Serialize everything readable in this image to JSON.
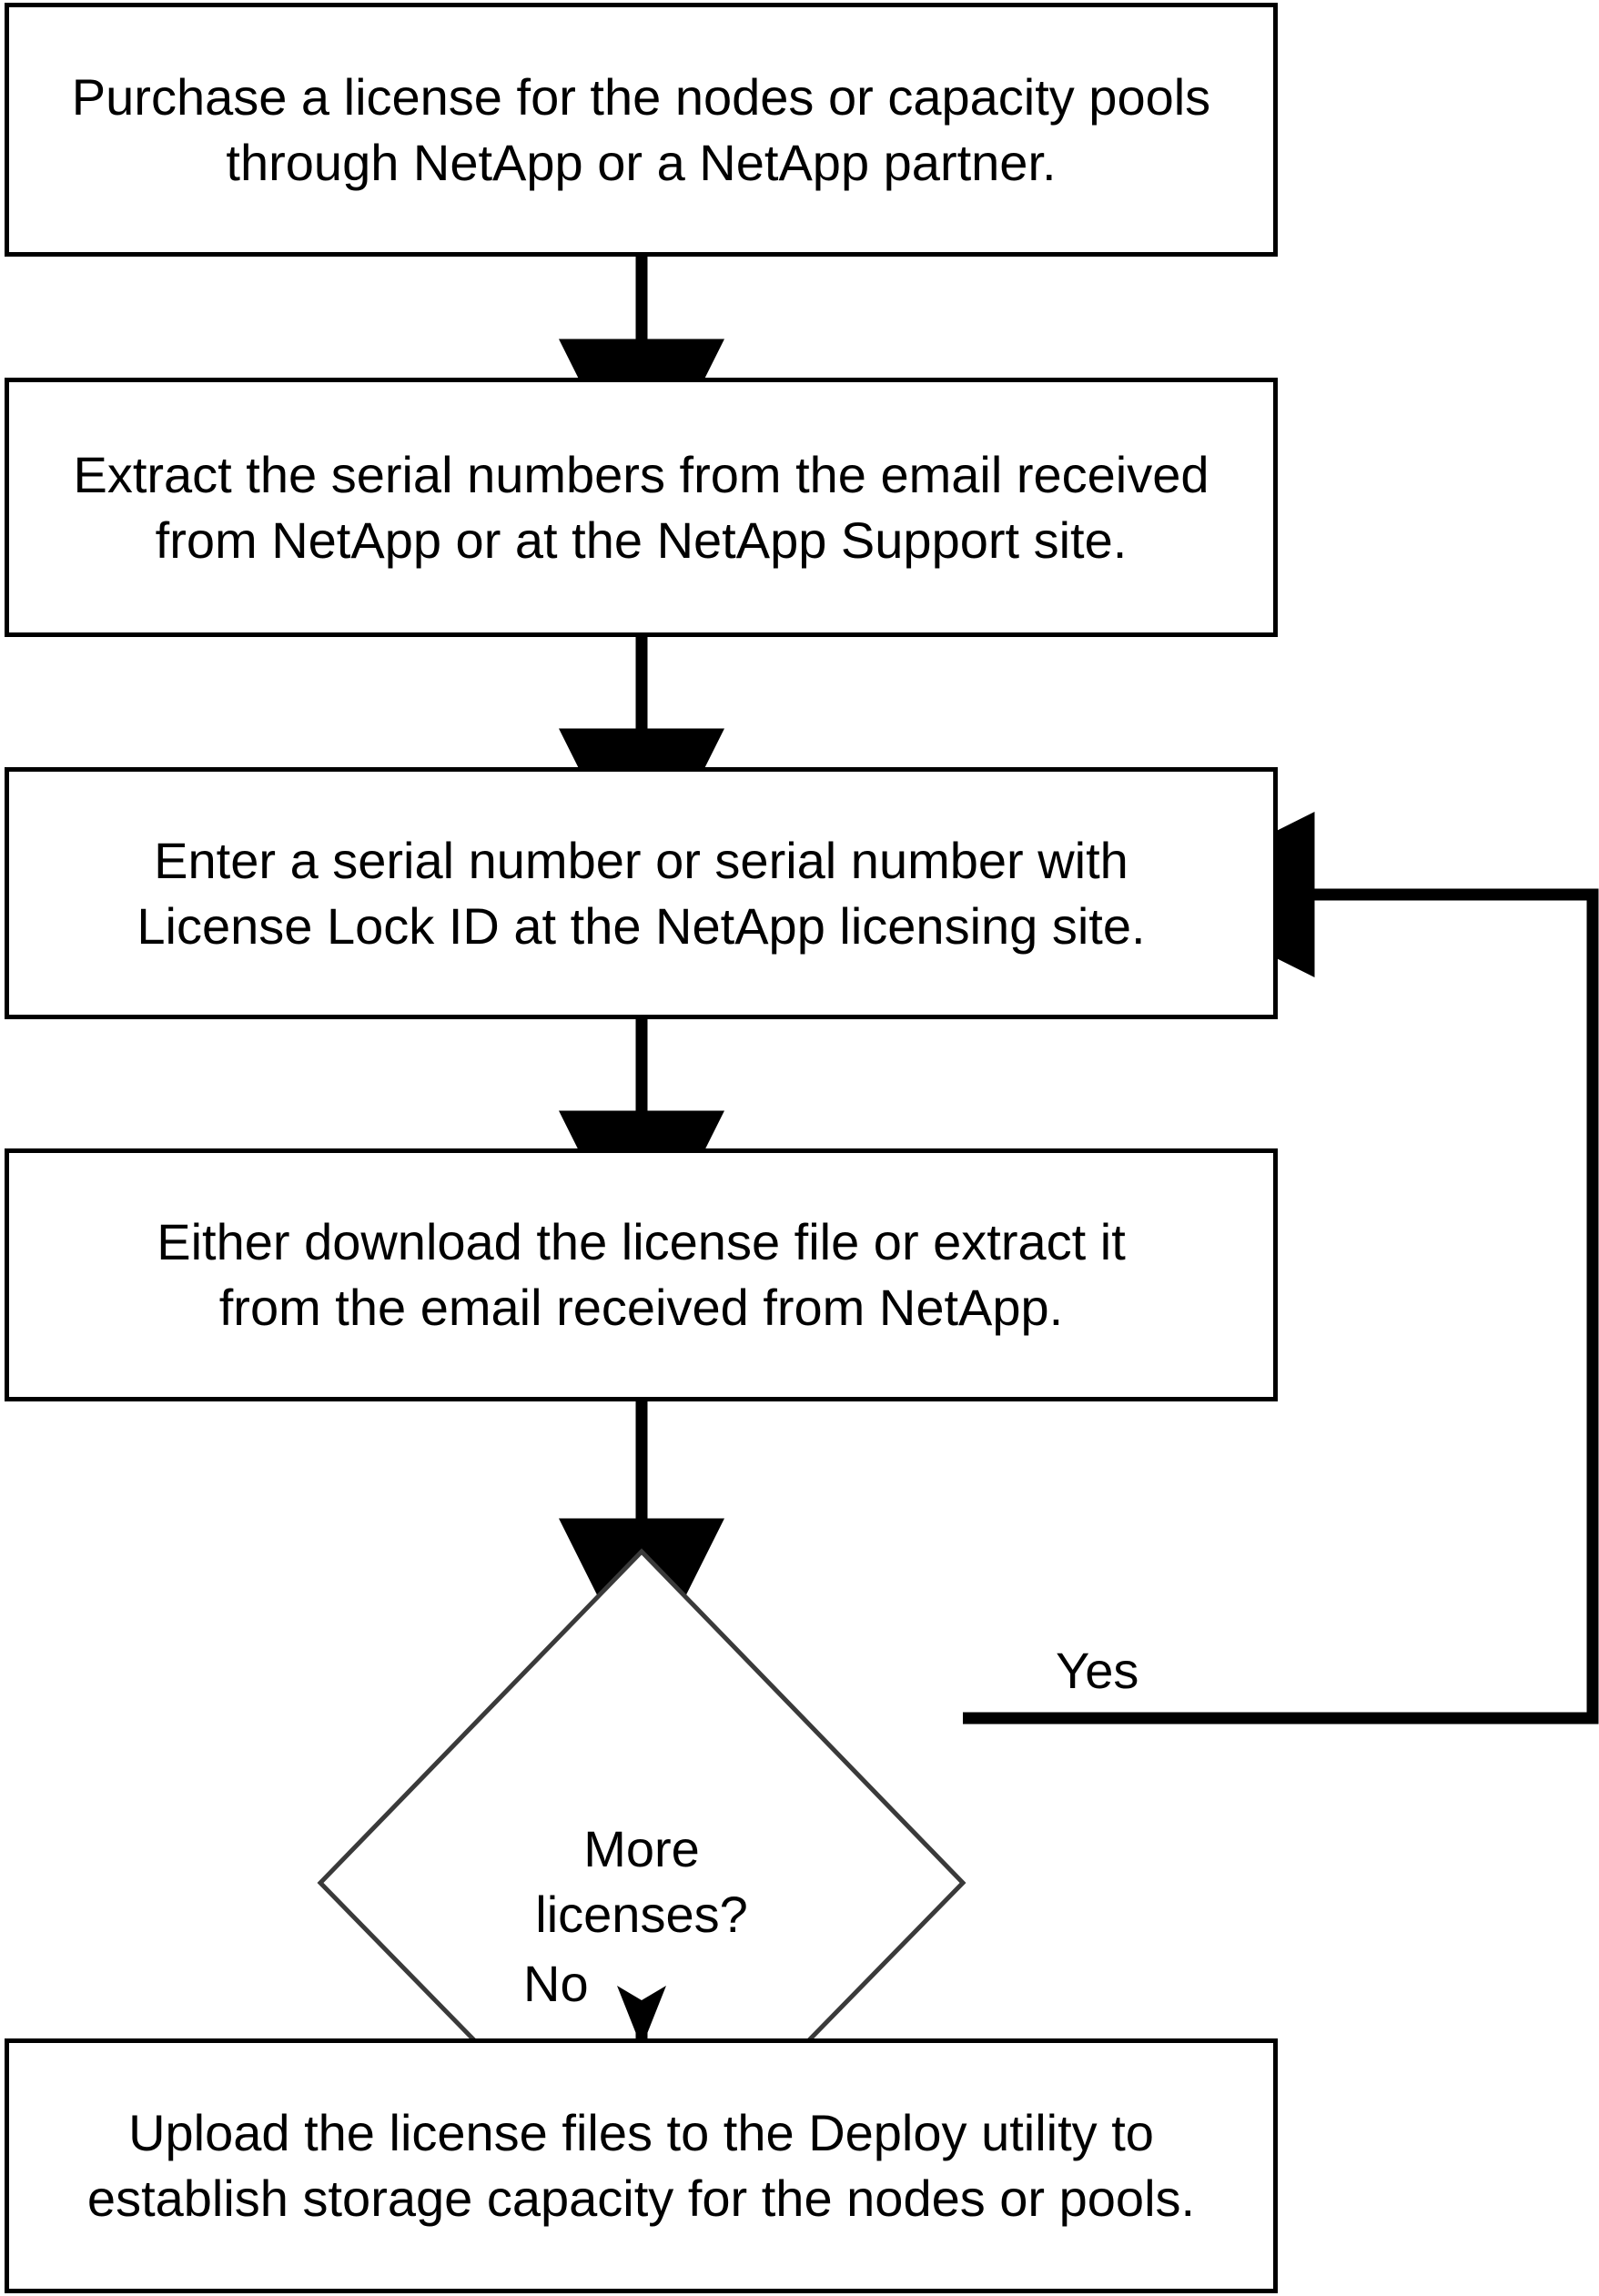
{
  "diagram": {
    "title": "NetApp license acquisition workflow",
    "type": "flowchart",
    "colors": {
      "background": "#ffffff",
      "box_stroke": "#000000",
      "diamond_stroke": "#3a3a3a",
      "arrow": "#000000",
      "text": "#000000"
    },
    "nodes": [
      {
        "id": "purchase",
        "shape": "process",
        "text": "Purchase a license for the nodes or capacity pools\nthrough NetApp or a NetApp partner."
      },
      {
        "id": "extract-serials",
        "shape": "process",
        "text": "Extract the serial numbers from the email received\nfrom NetApp or at the NetApp Support site."
      },
      {
        "id": "enter-serial",
        "shape": "process",
        "text": "Enter a serial number or serial number with\nLicense Lock ID at the NetApp licensing site."
      },
      {
        "id": "download-license",
        "shape": "process",
        "text": "Either download the license file or extract it\nfrom the email received from NetApp."
      },
      {
        "id": "more-licenses",
        "shape": "decision",
        "text": "More\nlicenses?"
      },
      {
        "id": "upload-license",
        "shape": "process",
        "text": "Upload the license files to the Deploy utility to\nestablish storage capacity for the nodes or pools."
      }
    ],
    "edges": [
      {
        "id": "e1",
        "from": "purchase",
        "to": "extract-serials",
        "label": ""
      },
      {
        "id": "e2",
        "from": "extract-serials",
        "to": "enter-serial",
        "label": ""
      },
      {
        "id": "e3",
        "from": "enter-serial",
        "to": "download-license",
        "label": ""
      },
      {
        "id": "e4",
        "from": "download-license",
        "to": "more-licenses",
        "label": ""
      },
      {
        "id": "e5",
        "from": "more-licenses",
        "to": "enter-serial",
        "label": "Yes"
      },
      {
        "id": "e6",
        "from": "more-licenses",
        "to": "upload-license",
        "label": "No"
      }
    ],
    "labels": {
      "yes": "Yes",
      "no": "No"
    }
  }
}
